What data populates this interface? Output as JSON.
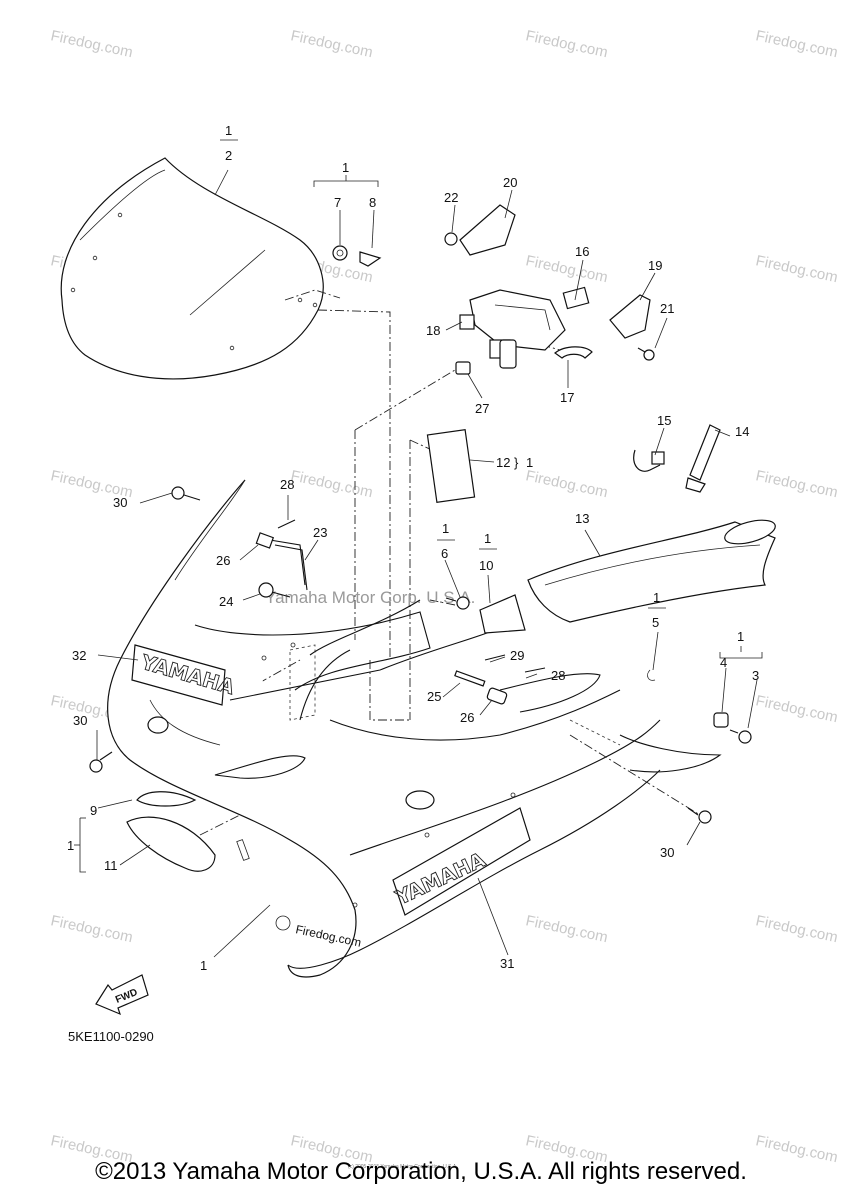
{
  "diagram_code": "5KE1100-0290",
  "copyright": "©2013 Yamaha Motor Corporation, U.S.A. All rights reserved.",
  "fine_print": "(c) 2005-2015 Yamaha Motor Corporation, U.S.A.",
  "watermark_text": "Firedog.com",
  "ghost_text": "Yamaha Motor Corp. U.S.A.",
  "brand_text": "YAMAHA",
  "fwd_label": "FWD",
  "group_marker": "1",
  "callouts": {
    "c1": "1",
    "c2": "2",
    "c3": "3",
    "c4": "4",
    "c5": "5",
    "c6": "6",
    "c7": "7",
    "c8": "8",
    "c9": "9",
    "c10": "10",
    "c11": "11",
    "c12": "12",
    "c13": "13",
    "c14": "14",
    "c15": "15",
    "c16": "16",
    "c17": "17",
    "c18": "18",
    "c19": "19",
    "c20": "20",
    "c21": "21",
    "c22": "22",
    "c23": "23",
    "c24": "24",
    "c25": "25",
    "c26": "26",
    "c27": "27",
    "c28": "28",
    "c29": "29",
    "c30": "30",
    "c31": "31",
    "c32": "32"
  }
}
